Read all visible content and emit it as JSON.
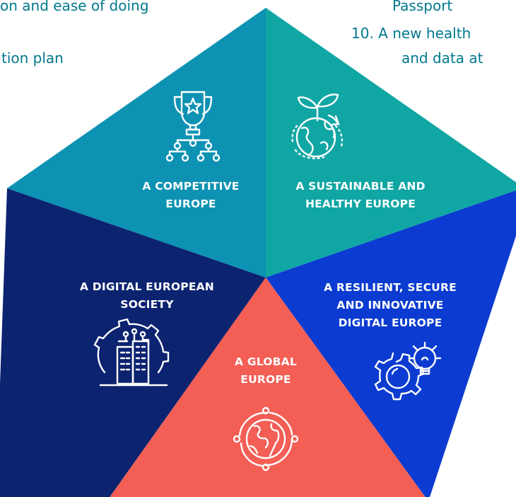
{
  "background_text": {
    "left_line_1": "on and ease of doing",
    "left_line_2": "tion plan",
    "right_line_1": "Passport",
    "right_line_2": "10. A new health",
    "right_line_3": "and data at"
  },
  "colors": {
    "competitive": "#0d92b3",
    "sustainable": "#10a6a4",
    "digital_society": "#0c2370",
    "resilient": "#0b3bd0",
    "global": "#f35e55",
    "background_text": "#00798c",
    "icon_stroke": "#ffffff"
  },
  "segments": [
    {
      "id": "competitive",
      "lines": [
        "A COMPETITIVE",
        "EUROPE"
      ],
      "icon": "trophy-network-icon"
    },
    {
      "id": "sustainable",
      "lines": [
        "A SUSTAINABLE AND",
        "HEALTHY EUROPE"
      ],
      "icon": "globe-sprout-icon"
    },
    {
      "id": "digital_society",
      "lines": [
        "A DIGITAL EUROPEAN",
        "SOCIETY"
      ],
      "icon": "smart-city-gear-icon"
    },
    {
      "id": "resilient",
      "lines": [
        "A RESILIENT, SECURE",
        "AND INNOVATIVE",
        "DIGITAL EUROPE"
      ],
      "icon": "gear-lightbulb-icon"
    },
    {
      "id": "global",
      "lines": [
        "A GLOBAL",
        "EUROPE"
      ],
      "icon": "globe-orbit-icon"
    }
  ]
}
